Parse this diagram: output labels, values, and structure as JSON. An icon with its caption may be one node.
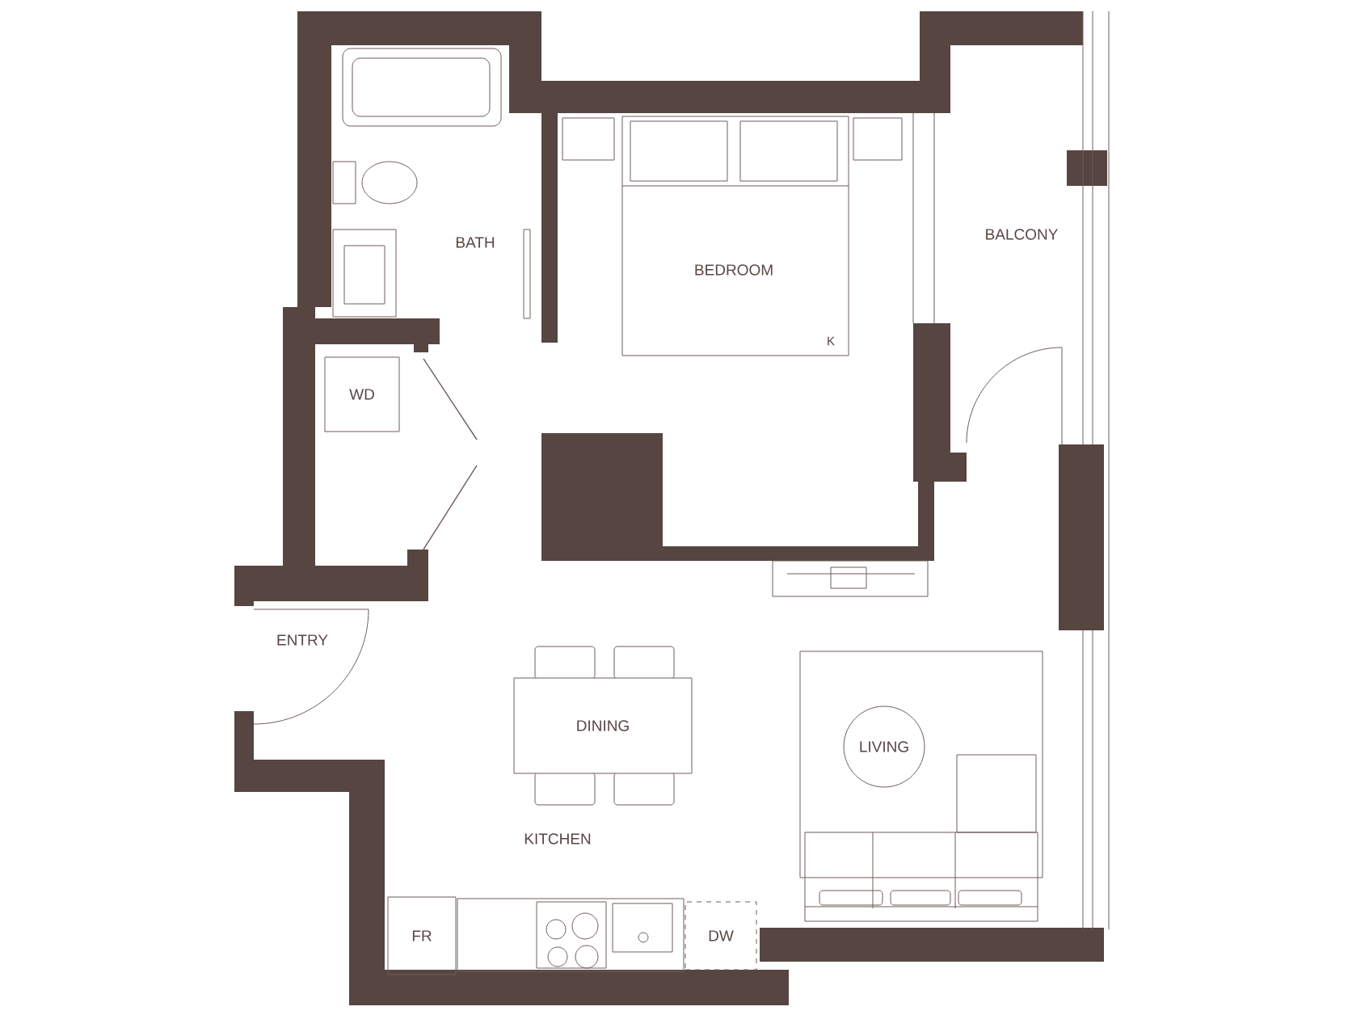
{
  "diagram": {
    "nodes": [
      {
        "text": [
          "WD"
        ]
      },
      {
        "text": [
          "DINING"
        ]
      },
      {
        "text": [
          "LIVING"
        ]
      },
      {
        "text": [
          "FR"
        ]
      },
      {
        "text": [
          "DW"
        ]
      }
    ],
    "labels": [
      "BATH",
      "BEDROOM",
      "BALCONY",
      "K",
      "ENTRY",
      "KITCHEN"
    ]
  }
}
